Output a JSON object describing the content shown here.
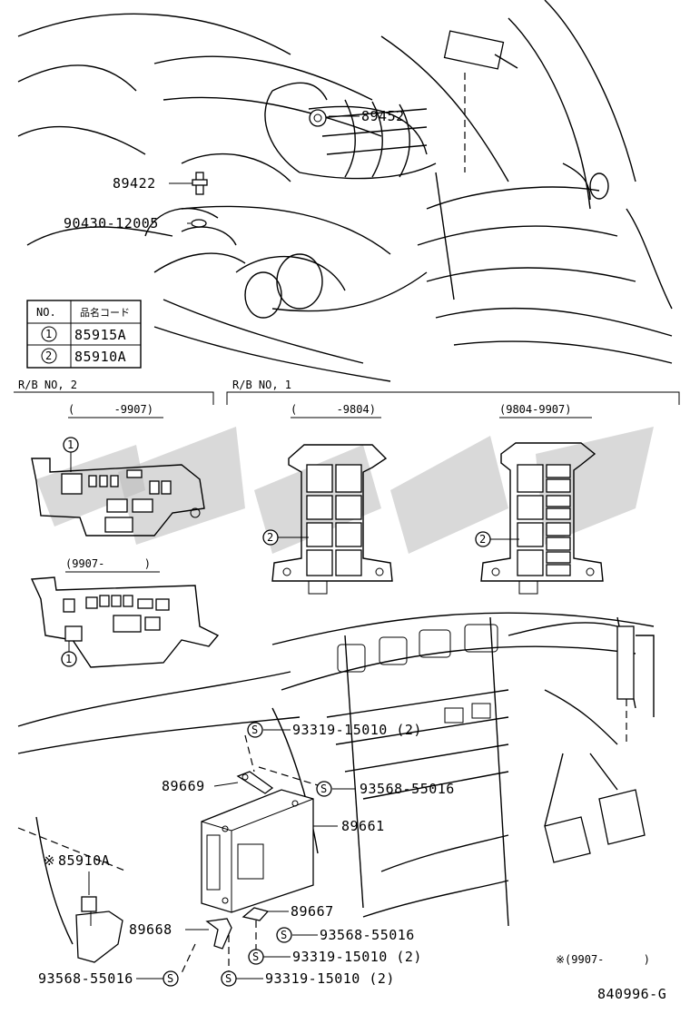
{
  "parts": {
    "p89452": "89452",
    "p89422": "89422",
    "p90430": "90430-12005",
    "p89669": "89669",
    "p89661": "89661",
    "p89667": "89667",
    "p89668": "89668",
    "p85910A": "85910A",
    "s93319_top": "93319-15010 (2)",
    "s93568_top": "93568-55016",
    "s93568_mid": "93568-55016",
    "s93319_mid": "93319-15010 (2)",
    "s93568_left": "93568-55016",
    "s93319_bot": "93319-15010 (2)"
  },
  "marks": {
    "star": "※",
    "circle_1": "1",
    "circle_2": "2",
    "screw_s": "S"
  },
  "code_table": {
    "header_no": "NO.",
    "header_code": "品名コード",
    "rows": [
      {
        "no": "1",
        "code": "85915A"
      },
      {
        "no": "2",
        "code": "85910A"
      }
    ]
  },
  "sections": {
    "rb_no2": "R/B NO, 2",
    "rb_no1": "R/B NO, 1",
    "range_rb2_top": "(      -9907)",
    "range_rb2_bottom": "(9907-      )",
    "range_rb1_left": "(      -9804)",
    "range_rb1_right": "(9804-9907)"
  },
  "footnote": "※(9907-      )",
  "diagram_code": "840996-G"
}
